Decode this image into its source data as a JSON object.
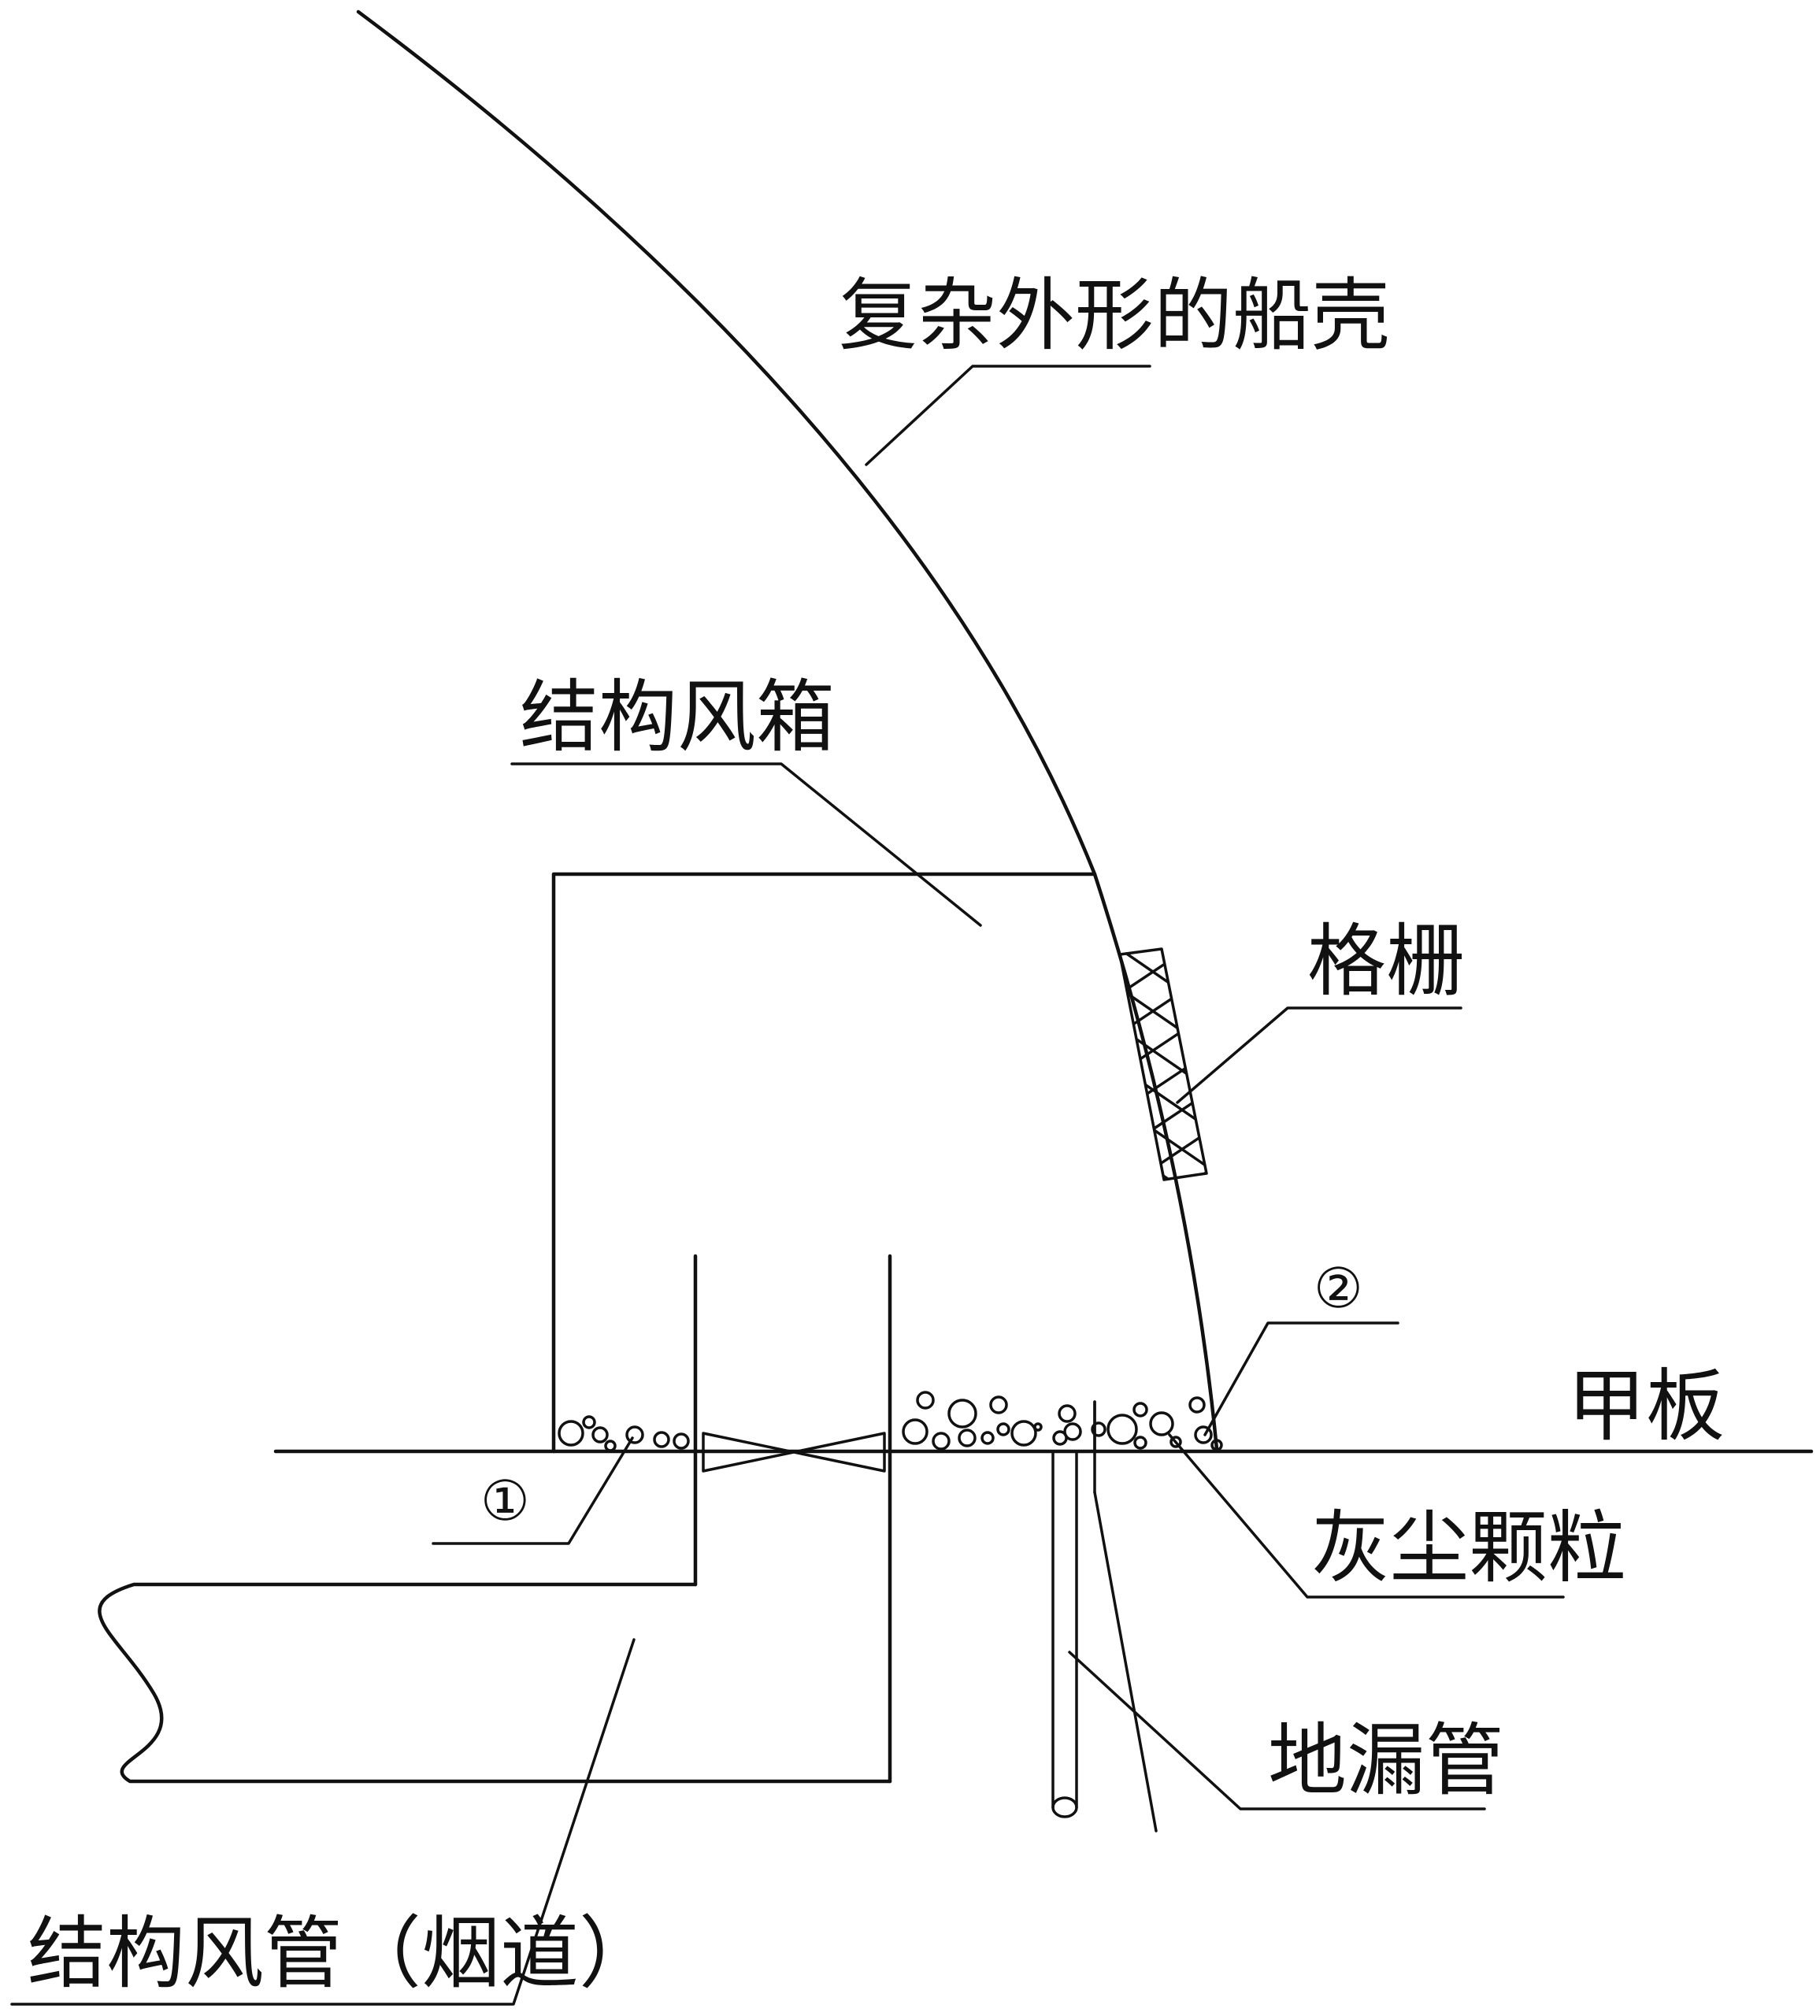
{
  "labels": {
    "hull": "复杂外形的船壳",
    "air_box": "结构风箱",
    "grille": "格栅",
    "deck": "甲板",
    "marker_2": "②",
    "marker_1": "①",
    "dust": "灰尘颗粒",
    "drain_pipe": "地漏管",
    "air_duct": "结构风管（烟道）"
  }
}
